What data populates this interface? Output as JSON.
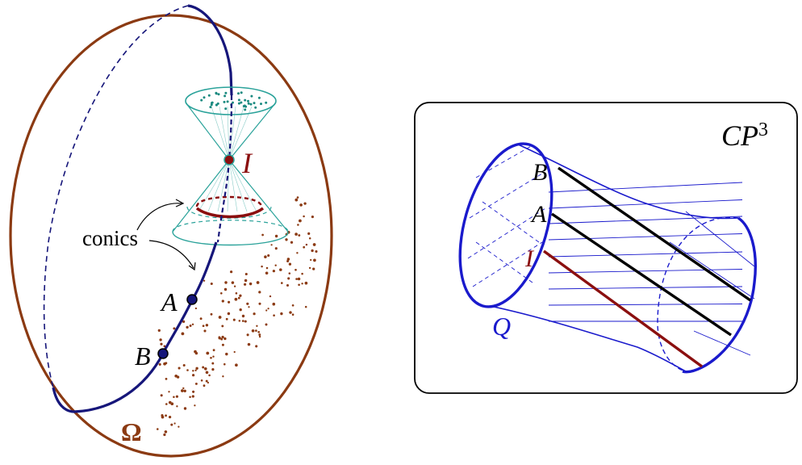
{
  "left_figure": {
    "labels": {
      "omega": "Ω",
      "point_I": "I",
      "point_A": "A",
      "point_B": "B",
      "conics": "conics"
    },
    "colors": {
      "ellipse": "#8b3a12",
      "curve": "#16167a",
      "cone": "#2aa29a",
      "cone_dots": "#1a8a80",
      "red_arc": "#8b0f0f",
      "scatter_dots": "#8b3a12",
      "point": "#000000"
    }
  },
  "right_figure": {
    "labels": {
      "space": "CP",
      "space_exp": "3",
      "point_B": "B",
      "point_A": "A",
      "point_I": "I",
      "quadric": "Q"
    },
    "colors": {
      "frame": "#000000",
      "surface": "#1a1acc",
      "line_I": "#8b0f0f",
      "line_AB": "#000000"
    }
  }
}
